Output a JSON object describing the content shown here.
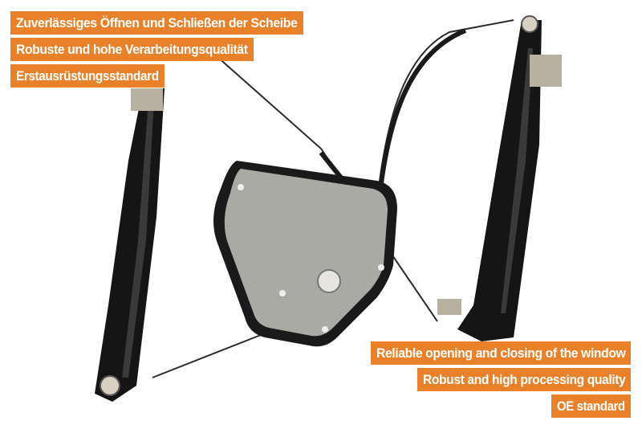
{
  "colors": {
    "label_background": "#e8812a",
    "label_text": "#ffffff"
  },
  "labels_de": [
    "Zuverlässiges Öffnen und Schließen der Scheibe",
    "Robuste und hohe Verarbeitungsqualität",
    "Erstausrüstungsstandard"
  ],
  "labels_en": [
    "Reliable opening and closing of the window",
    "Robust and high processing quality",
    "OE standard"
  ]
}
